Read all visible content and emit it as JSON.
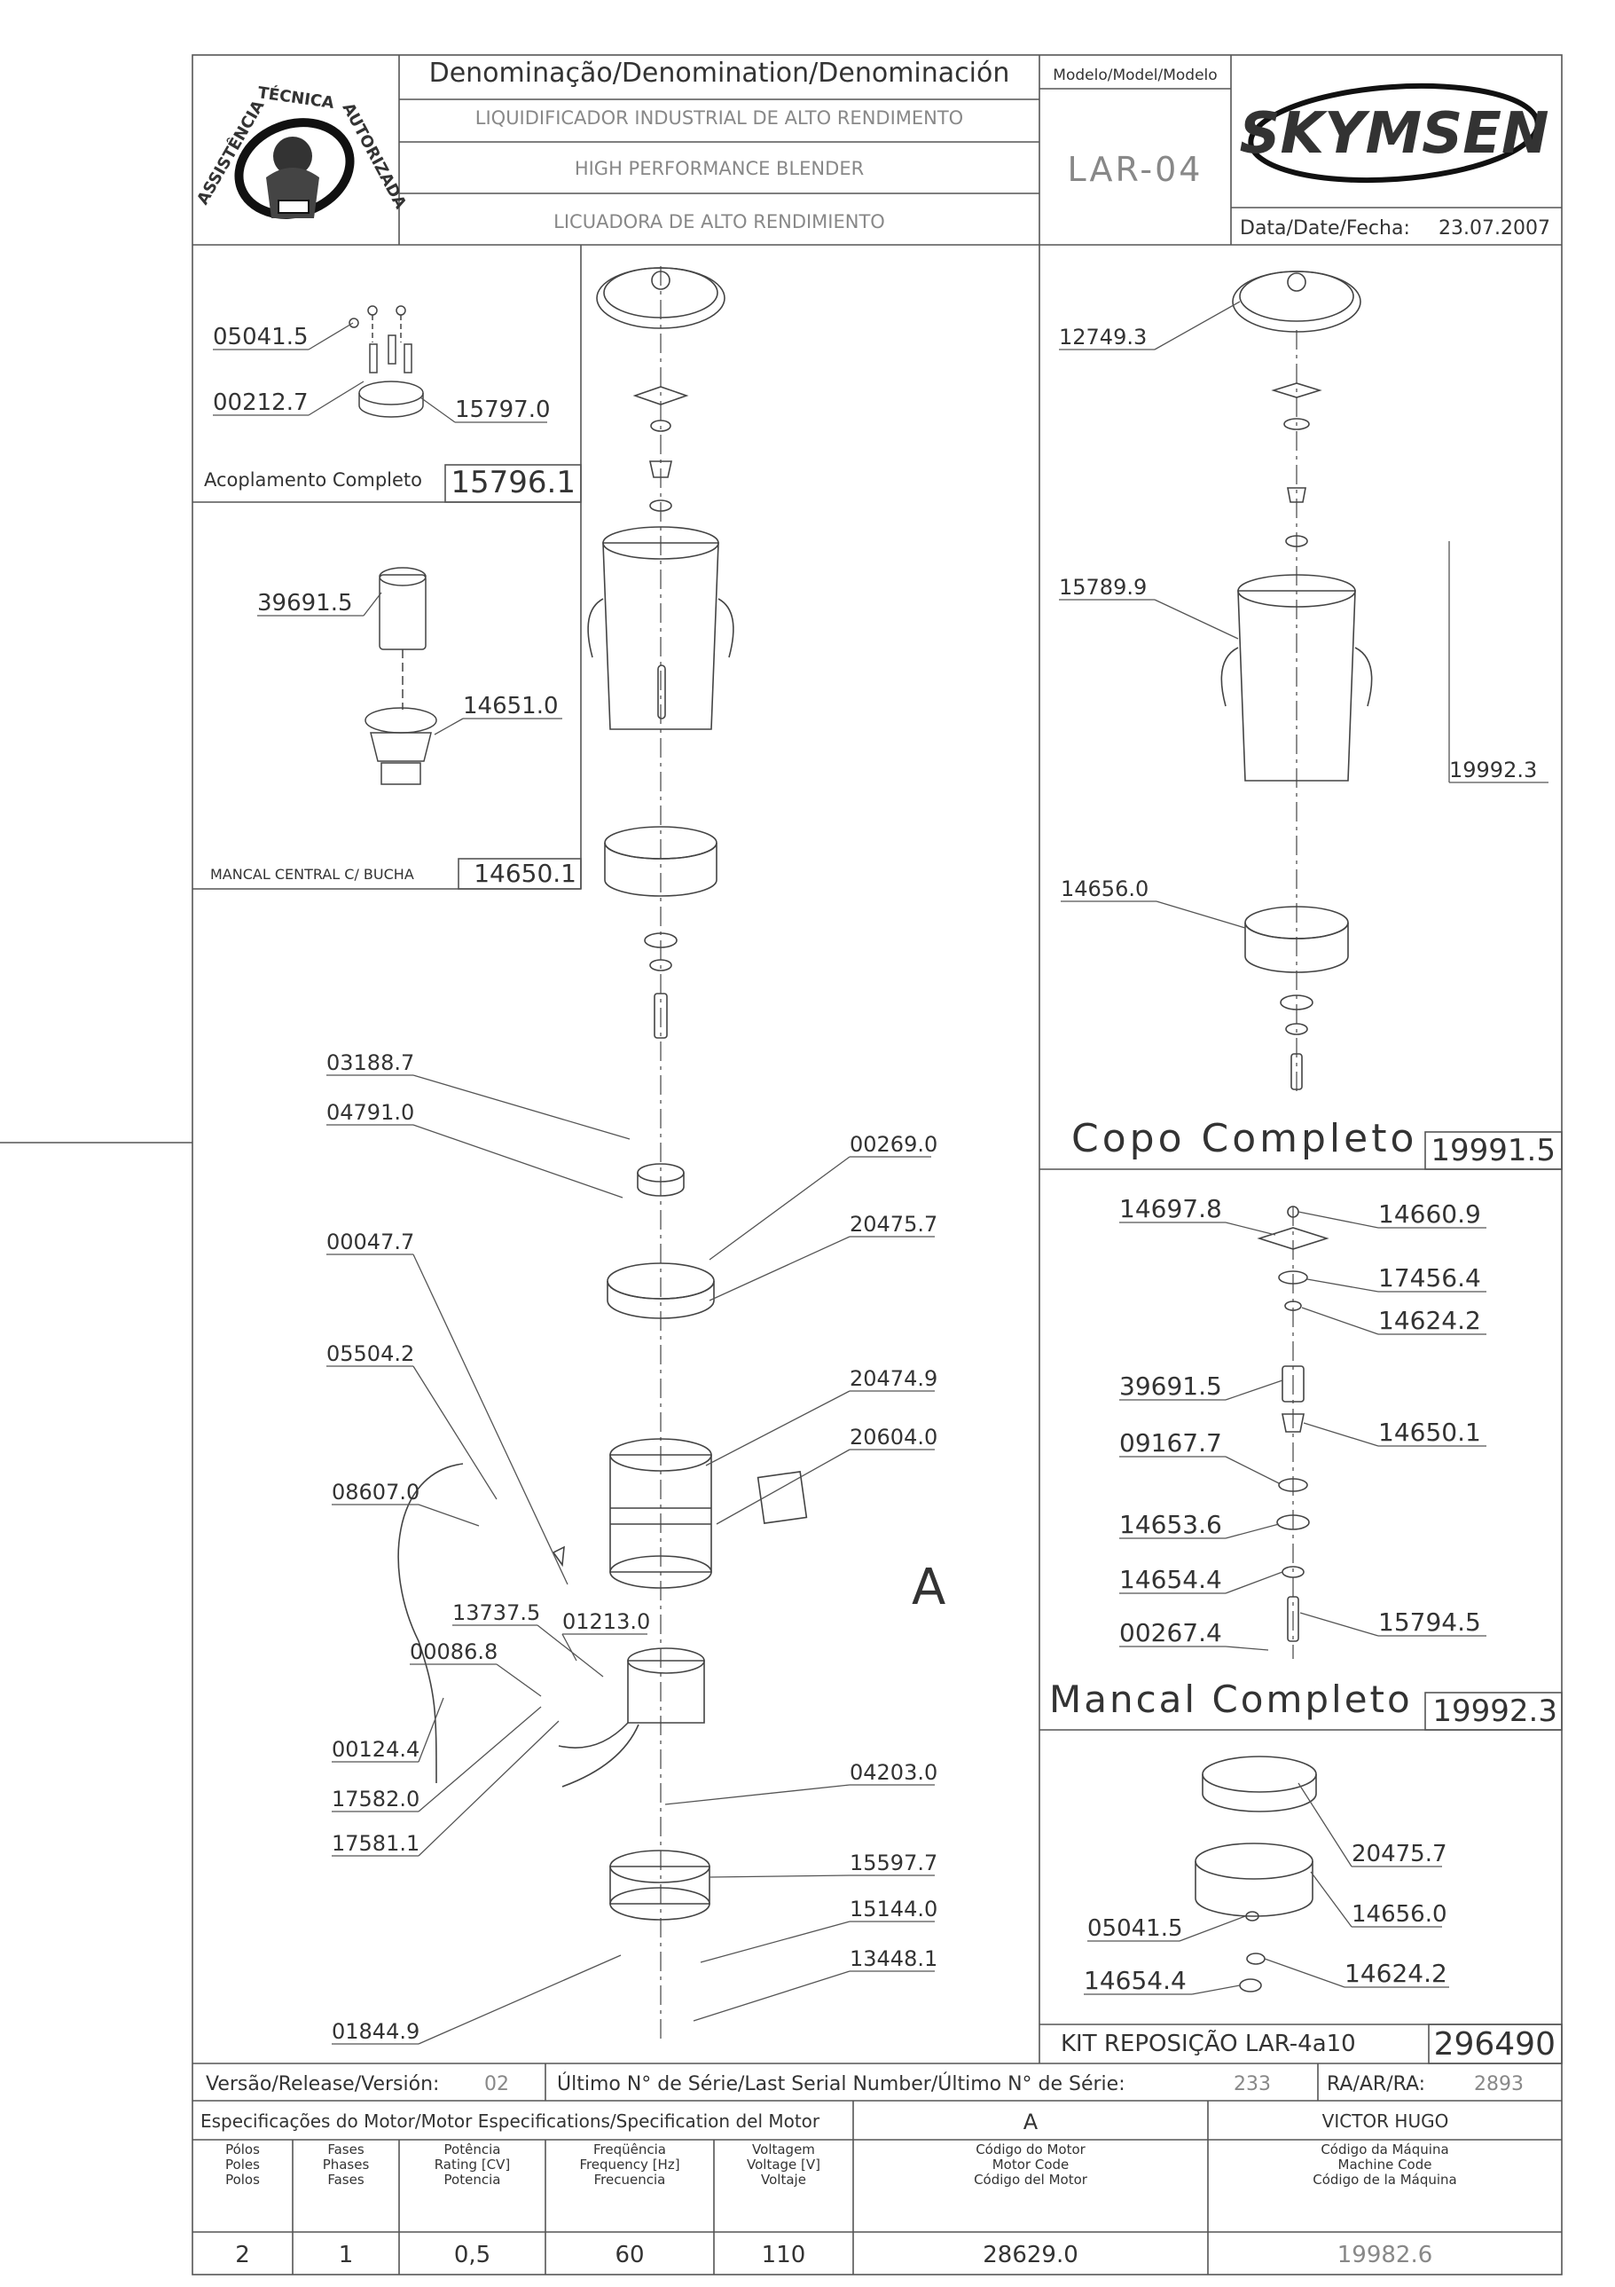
{
  "header": {
    "denomination_label": "Denominação/Denomination/Denominación",
    "name_pt": "LIQUIDIFICADOR INDUSTRIAL DE ALTO RENDIMENTO",
    "name_en": "HIGH PERFORMANCE BLENDER",
    "name_es": "LICUADORA DE ALTO RENDIMIENTO",
    "model_label": "Modelo/Model/Modelo",
    "model_value": "LAR-04",
    "brand": "SKYMSEN",
    "date_label": "Data/Date/Fecha:",
    "date_value": "23.07.2007",
    "seal_text": "ASSISTÊNCIA TÉCNICA AUTORIZADA"
  },
  "panels": {
    "acoplamento": {
      "title": "Acoplamento Completo",
      "code": "15796.1",
      "parts": [
        "05041.5",
        "00212.7",
        "15797.0"
      ]
    },
    "mancal_central": {
      "title": "MANCAL CENTRAL C/ BUCHA",
      "code": "14650.1",
      "parts": [
        "39691.5",
        "14651.0"
      ]
    },
    "copo": {
      "title": "Copo Completo",
      "code": "19991.5",
      "parts": [
        "12749.3",
        "15789.9",
        "14656.0",
        "19992.3"
      ]
    },
    "mancal_completo": {
      "title": "Mancal Completo",
      "code": "19992.3",
      "parts": [
        "14697.8",
        "14660.9",
        "17456.4",
        "14624.2",
        "39691.5",
        "14650.1",
        "09167.7",
        "14653.6",
        "14654.4",
        "00267.4",
        "15794.5"
      ]
    },
    "kit": {
      "title": "KIT REPOSIÇÃO LAR-4a10",
      "code": "296490",
      "parts": [
        "20475.7",
        "14656.0",
        "05041.5",
        "14624.2",
        "14654.4"
      ]
    },
    "main": {
      "detail_label": "A",
      "parts": [
        "03188.7",
        "04791.0",
        "00269.0",
        "20475.7",
        "00047.7",
        "05504.2",
        "20474.9",
        "20604.0",
        "08607.0",
        "13737.5",
        "01213.0",
        "00086.8",
        "00124.4",
        "17582.0",
        "17581.1",
        "04203.0",
        "15597.7",
        "15144.0",
        "13448.1",
        "01844.9"
      ]
    }
  },
  "footer": {
    "version_label": "Versão/Release/Versión:",
    "version_value": "02",
    "serial_label": "Último N° de Série/Last Serial Number/Último N° de Série:",
    "serial_value": "233",
    "ra_label": "RA/AR/RA:",
    "ra_value": "2893",
    "motor_spec_label": "Especificações do Motor/Motor Especifications/Specification del Motor",
    "motor_letter": "A",
    "author": "VICTOR HUGO",
    "columns": [
      {
        "lines": [
          "Pólos",
          "Poles",
          "Polos"
        ],
        "value": "2"
      },
      {
        "lines": [
          "Fases",
          "Phases",
          "Fases"
        ],
        "value": "1"
      },
      {
        "lines": [
          "Potência",
          "Rating [CV]",
          "Potencia"
        ],
        "value": "0,5"
      },
      {
        "lines": [
          "Freqüência",
          "Frequency [Hz]",
          "Frecuencia"
        ],
        "value": "60"
      },
      {
        "lines": [
          "Voltagem",
          "Voltage [V]",
          "Voltaje"
        ],
        "value": "110"
      },
      {
        "lines": [
          "Código do Motor",
          "Motor Code",
          "Código del Motor"
        ],
        "value": "28629.0"
      },
      {
        "lines": [
          "Código da Máquina",
          "Machine Code",
          "Código de la Máquina"
        ],
        "value": "19982.6"
      }
    ]
  }
}
